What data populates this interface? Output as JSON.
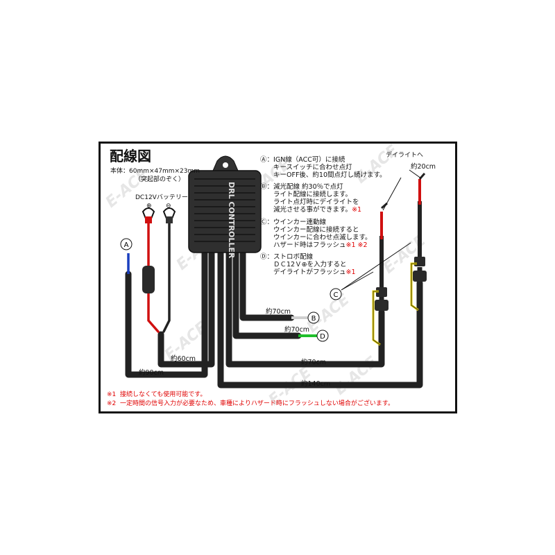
{
  "title": "配線図",
  "spec_line1": "本体：60mm×47mm×23mm",
  "spec_line2": "（突起部のぞく）",
  "battery_label": "DC12Vバッテリー",
  "battery_plus": "⊕",
  "battery_minus": "⊖",
  "module_label": "DRL CONTROLLER",
  "watermark": "E-ACE",
  "markers": {
    "a": "A",
    "b": "B",
    "c": "C",
    "d": "D"
  },
  "notes": {
    "a": {
      "marker": "Ⓐ",
      "lines": [
        "IGN線（ACC可）に接続",
        "キースイッチに合わせ点灯",
        "キーOFF後、約10間点灯し続けます。"
      ]
    },
    "b": {
      "marker": "Ⓑ",
      "lines": [
        "減光配線 約30％で点灯",
        "ライト配線に接続します。",
        "ライト点灯時にデイライトを",
        "減光させる事ができます。"
      ],
      "ref": "※1"
    },
    "c": {
      "marker": "Ⓒ",
      "lines": [
        "ウインカー連動線",
        "ウインカー配線に接続すると",
        "ウインカーに合わせ点滅します。",
        "ハザード時はフラッシュ"
      ],
      "ref": "※1 ※2"
    },
    "d": {
      "marker": "Ⓓ",
      "lines": [
        "ストロボ配線",
        "ＤＣ12Ｖ⊕を入力すると",
        "デイライトがフラッシュ"
      ],
      "ref": "※1"
    }
  },
  "daylight_label": "デイライトへ",
  "lengths": {
    "daylight": "約20cm",
    "b": "約70cm",
    "d": "約70cm",
    "c": "約70cm",
    "battery": "約60cm",
    "a": "約90cm",
    "main": "約140cm"
  },
  "footnotes": [
    {
      "mark": "※1",
      "text": "接続しなくても使用可能です。"
    },
    {
      "mark": "※2",
      "text": "一定時間の信号入力が必要なため、車種によりハザード時にフラッシュしない場合がございます。"
    }
  ],
  "colors": {
    "frame": "#111111",
    "cable": "#222222",
    "red_wire": "#d01010",
    "blue_wire": "#1a3fbf",
    "yellow_wire": "#e8d200",
    "green_wire": "#1fbf2a",
    "white_wire": "#f4f4f4",
    "footnote": "#e00000"
  }
}
